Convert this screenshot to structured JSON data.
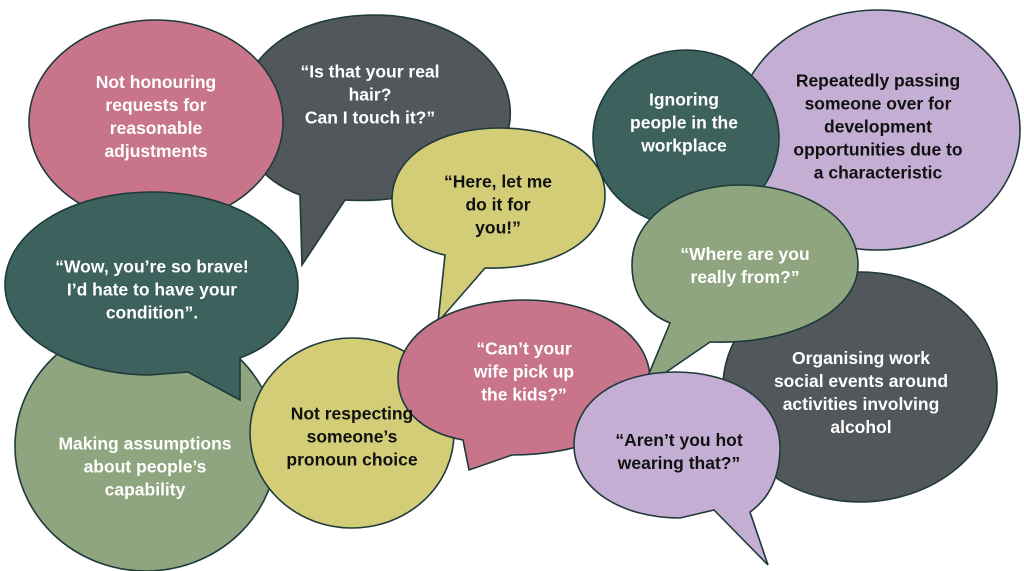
{
  "colors": {
    "pink": "#c8758c",
    "charcoal": "#52575b",
    "yellow": "#d3cd78",
    "teal": "#3d625d",
    "lavender": "#c4aed3",
    "sage": "#8fa57f",
    "outline": "#1e3a3a"
  },
  "bubbles": [
    {
      "id": "not-honouring",
      "color": "pink",
      "text_color": "light",
      "lines": [
        "Not honouring",
        "requests for",
        "reasonable",
        "adjustments"
      ]
    },
    {
      "id": "real-hair",
      "color": "charcoal",
      "text_color": "light",
      "lines": [
        "“Is that your real",
        "hair?",
        "Can I touch it?”"
      ]
    },
    {
      "id": "let-me-do-it",
      "color": "yellow",
      "text_color": "dark",
      "lines": [
        "“Here, let me",
        "do it for",
        "you!”"
      ]
    },
    {
      "id": "ignoring-people",
      "color": "teal",
      "text_color": "light",
      "lines": [
        "Ignoring",
        "people in the",
        "workplace"
      ]
    },
    {
      "id": "passing-over",
      "color": "lavender",
      "text_color": "dark",
      "lines": [
        "Repeatedly passing",
        "someone over for",
        "development",
        "opportunities due to",
        "a characteristic"
      ]
    },
    {
      "id": "so-brave",
      "color": "teal",
      "text_color": "light",
      "lines": [
        "“Wow, you’re so brave!",
        "I’d hate to have your",
        "condition”."
      ]
    },
    {
      "id": "really-from",
      "color": "sage",
      "text_color": "light",
      "lines": [
        "“Where are you",
        "really from?”"
      ]
    },
    {
      "id": "social-events",
      "color": "charcoal",
      "text_color": "light",
      "lines": [
        "Organising work",
        "social events around",
        "activities involving",
        "alcohol"
      ]
    },
    {
      "id": "assumptions",
      "color": "sage",
      "text_color": "light",
      "lines": [
        "Making assumptions",
        "about people’s",
        "capability"
      ]
    },
    {
      "id": "pronoun-choice",
      "color": "yellow",
      "text_color": "dark",
      "lines": [
        "Not respecting",
        "someone’s",
        "pronoun choice"
      ]
    },
    {
      "id": "wife-kids",
      "color": "pink",
      "text_color": "light",
      "lines": [
        "“Can’t your",
        "wife pick up",
        "the kids?”"
      ]
    },
    {
      "id": "hot-wearing",
      "color": "lavender",
      "text_color": "dark",
      "lines": [
        "“Aren’t you hot",
        "wearing that?”"
      ]
    }
  ]
}
